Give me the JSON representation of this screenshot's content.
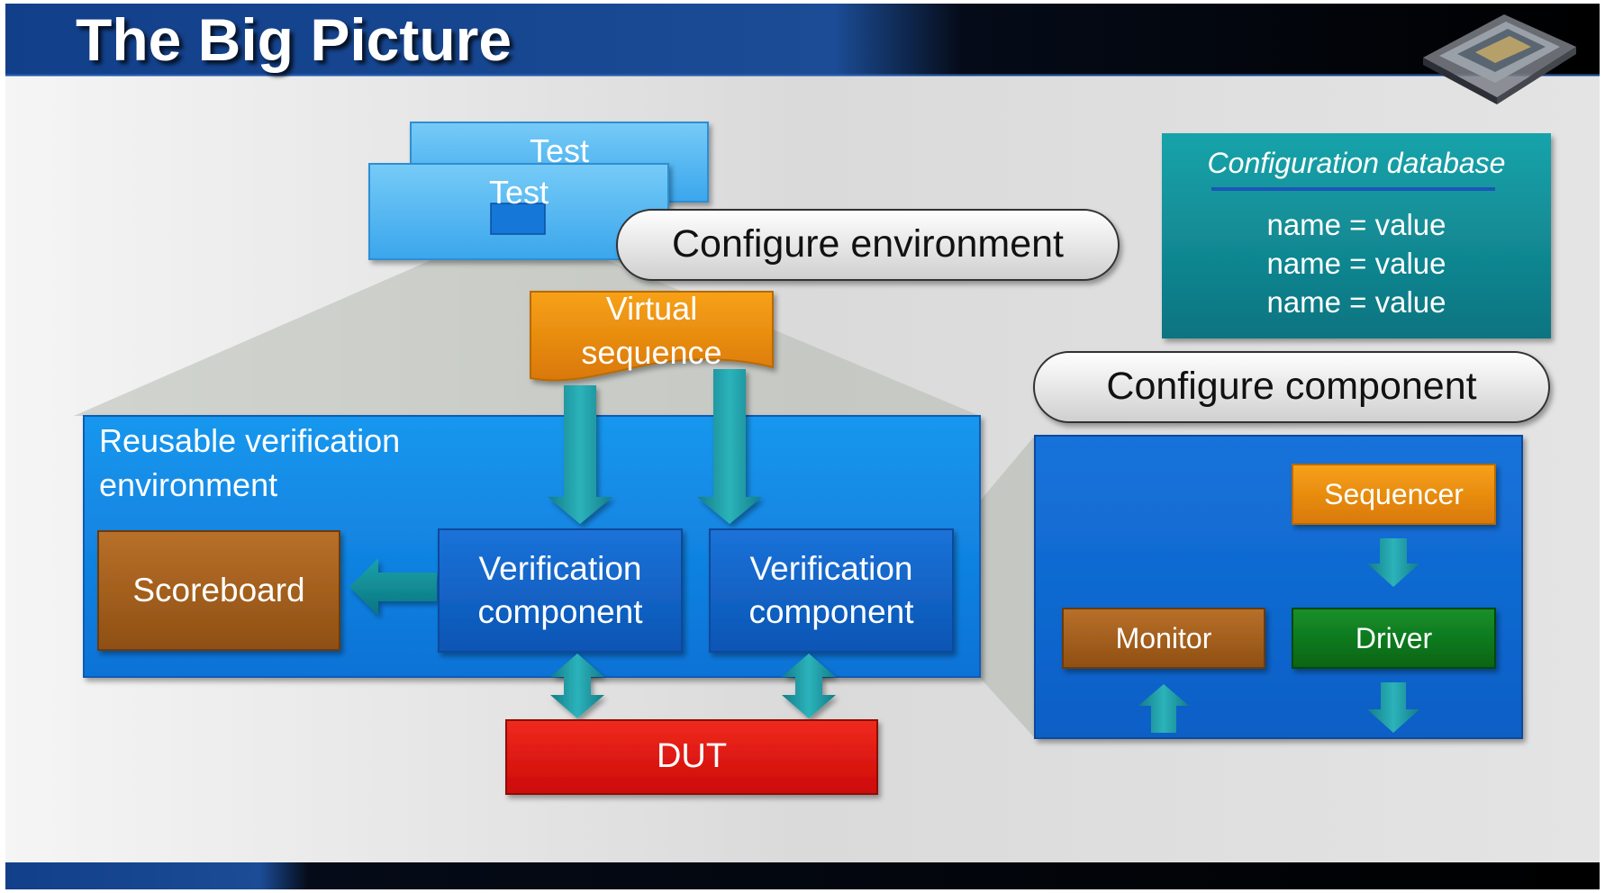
{
  "slide": {
    "title": "The Big Picture"
  },
  "test_stack": {
    "back_label": "Test",
    "front_label": "Test"
  },
  "callouts": {
    "configure_environment": "Configure environment",
    "configure_component": "Configure component"
  },
  "config_database": {
    "title": "Configuration database",
    "entries": [
      "name = value",
      "name = value",
      "name = value"
    ]
  },
  "virtual_sequence": {
    "line1": "Virtual",
    "line2": "sequence"
  },
  "environment": {
    "label_line1": "Reusable verification",
    "label_line2": "environment",
    "scoreboard": "Scoreboard",
    "components": [
      {
        "line1": "Verification",
        "line2": "component"
      },
      {
        "line1": "Verification",
        "line2": "component"
      }
    ]
  },
  "dut": {
    "label": "DUT"
  },
  "component_detail": {
    "sequencer": "Sequencer",
    "monitor": "Monitor",
    "driver": "Driver"
  },
  "colors": {
    "header_dark": "#050b18",
    "header_blue": "#123f8a",
    "background": "#dcdcdc",
    "test_box": "#58b9f2",
    "environment_box": "#0f86e6",
    "component_box": "#1166cc",
    "virtual_sequence": "#e98a0c",
    "scoreboard": "#a6601c",
    "monitor": "#a6601c",
    "sequencer": "#f08a12",
    "driver": "#0c7a1c",
    "dut": "#e3150f",
    "arrow_teal": "#1a96a0",
    "config_db": "#148f9e"
  }
}
